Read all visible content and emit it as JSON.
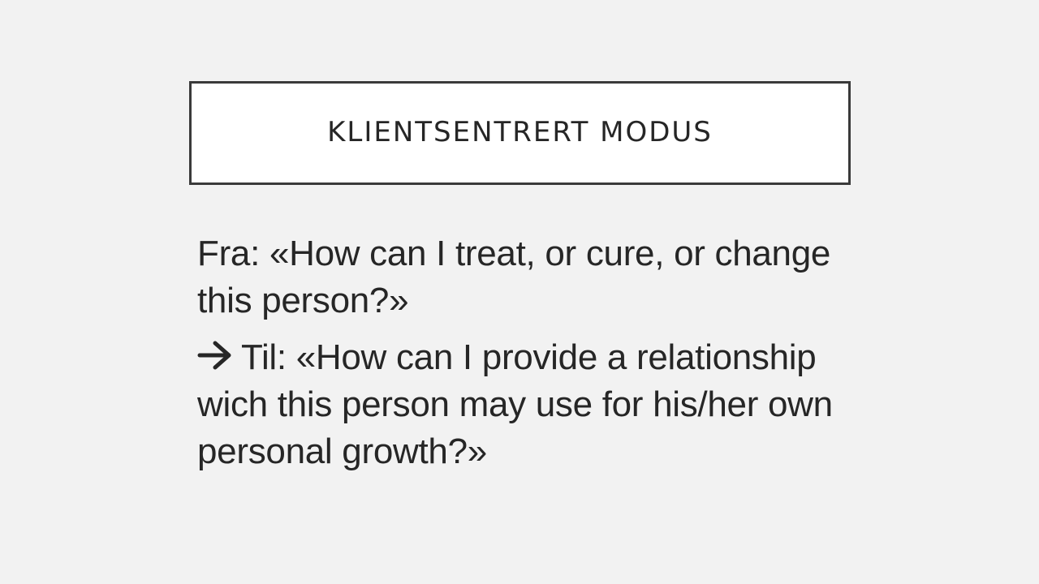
{
  "slide": {
    "title": "KLIENTSENTRERT MODUS",
    "paragraphs": [
      {
        "text": "Fra: «How can I treat, or cure, or change this person?»"
      },
      {
        "icon": "arrow-right-icon",
        "text": "Til: «How can I provide a relationship wich this person may use for his/her own personal growth?»"
      }
    ]
  },
  "colors": {
    "background": "#f2f2f2",
    "title_box_fill": "#ffffff",
    "title_box_border": "#3a3a3a",
    "text": "#262626"
  }
}
